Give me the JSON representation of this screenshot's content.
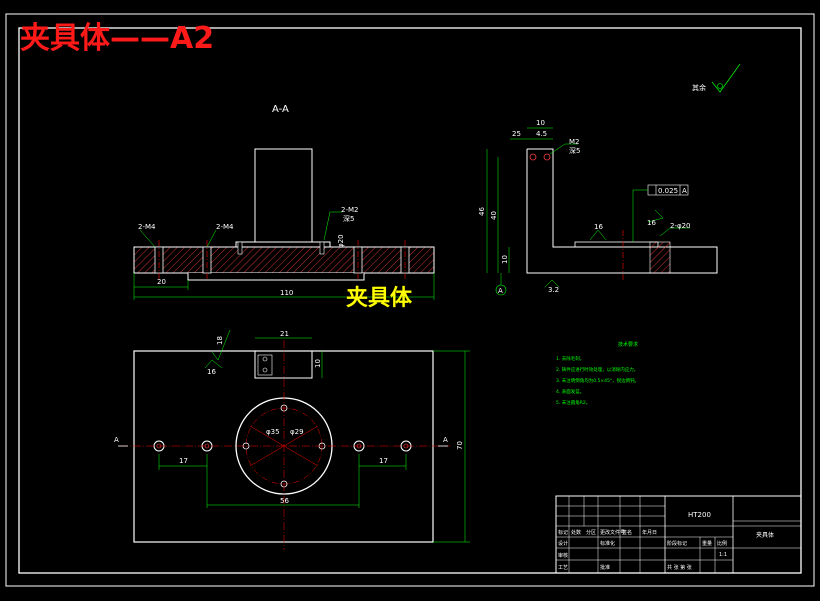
{
  "header_title": "夹具体——A2",
  "center_label": "夹具体",
  "section_label": "A-A",
  "section_marker": "A",
  "roughness_note": "其余",
  "dims": {
    "thread_m4_left": "2-M4",
    "thread_m4_mid": "2-M4",
    "thread_m2": "2-M2",
    "depth_label": "深5",
    "phi20_label": "φ20",
    "d20": "20",
    "d110": "110",
    "d25": "25",
    "d45": "4.5",
    "d10": "10",
    "d46": "46",
    "d40": "40",
    "d10b": "10",
    "d16": "16",
    "d32": "3.2",
    "m2_side": "M2",
    "tolerance": "0.025",
    "datum_a": "A",
    "d2phi20": "2-φ20",
    "d21": "21",
    "d10c": "10",
    "phi35": "φ35",
    "phi29": "φ29",
    "d17a": "17",
    "d17b": "17",
    "d56": "56",
    "d70": "70",
    "d16b": "16",
    "d18": "18"
  },
  "notes": {
    "heading": "技术要求",
    "lines": [
      "1. 去除毛刺。",
      "2. 铸件应进行时效处理，以消除内应力。",
      "3. 未注明倒角均为0.5×45°，锐边倒钝。",
      "4. 表面发蓝。",
      "5. 未注圆角R2。"
    ]
  },
  "title_block": {
    "material": "HT200",
    "part_name": "夹具体",
    "row_labels": [
      "标记",
      "处数",
      "分区",
      "更改文件号",
      "签名",
      "年月日"
    ],
    "design_label": "设计",
    "standard_label": "标准化",
    "review_label": "审核",
    "craft_label": "工艺",
    "approve_label": "批准",
    "stage_label": "阶段标记",
    "weight_label": "重量",
    "scale_label": "比例",
    "sheet_label": "共 张 第 张",
    "scale_value": "1:1"
  },
  "colors": {
    "outline": "#ffffff",
    "dimension": "#00ff00",
    "centerline": "#ff0000",
    "title_red": "#ff1a1a",
    "label_yellow": "#ffff00"
  }
}
